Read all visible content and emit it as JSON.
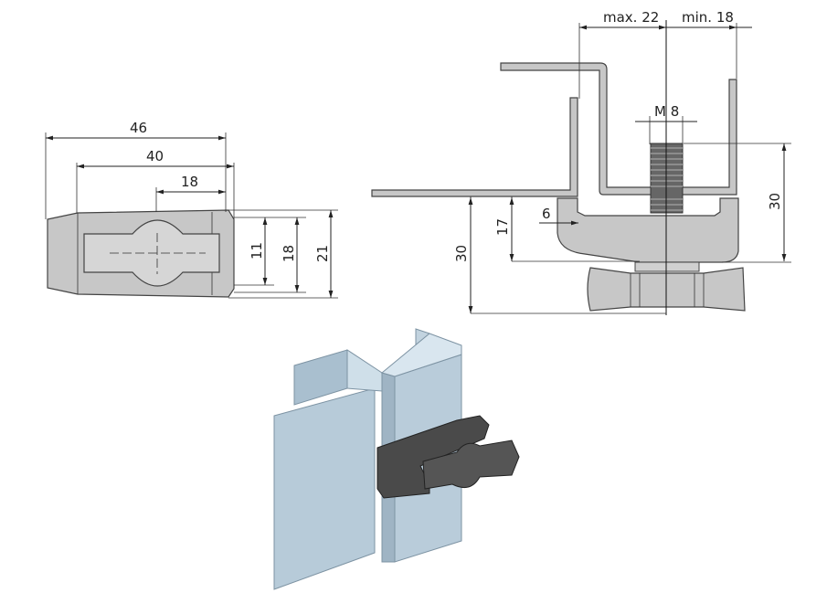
{
  "top_view": {
    "dimensions": {
      "overall_length": "46",
      "inner_length": "40",
      "center_width": "18",
      "slot_height": "11",
      "middle_height": "18",
      "overall_height": "21"
    }
  },
  "side_view": {
    "dimensions": {
      "max_gap": "max. 22",
      "min_gap": "min. 18",
      "thread": "M 8",
      "bolt_height": "30",
      "lip_width": "6",
      "clamp_height": "17",
      "total_height": "30"
    }
  },
  "colors": {
    "part_gray": "#c7c7c7",
    "profile_blue": "#b7cbd9",
    "knob_dark": "#4a4a4a"
  }
}
